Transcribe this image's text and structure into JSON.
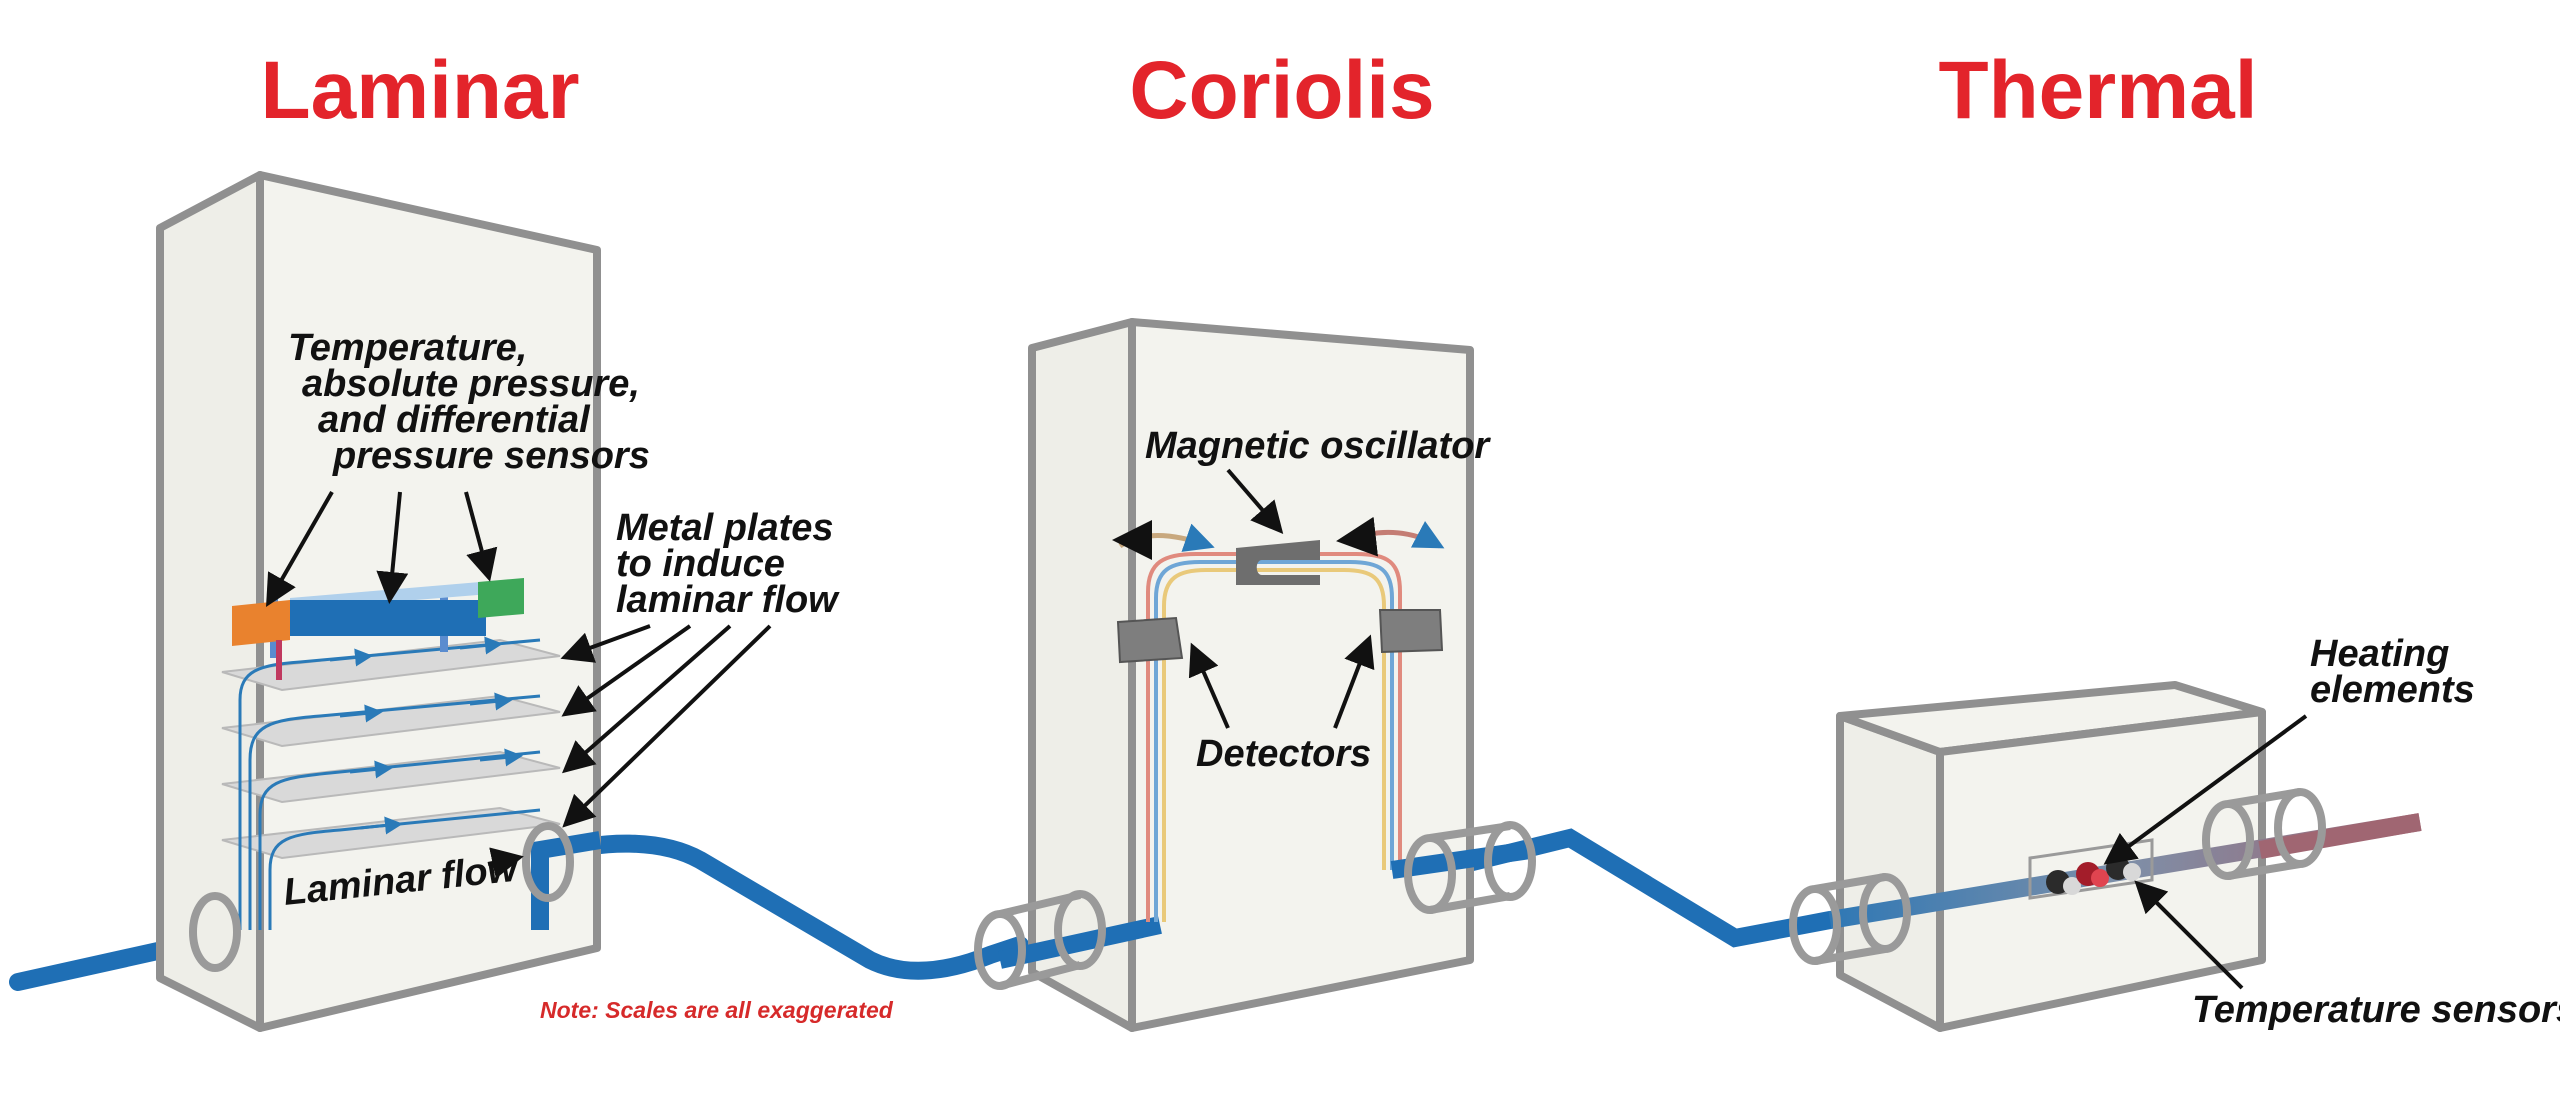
{
  "titles": {
    "laminar": "Laminar",
    "coriolis": "Coriolis",
    "thermal": "Thermal"
  },
  "laminar": {
    "sensors_label": [
      "Temperature,",
      "absolute pressure,",
      "and differential",
      "pressure sensors"
    ],
    "plates_label": [
      "Metal plates",
      "to induce",
      "laminar flow"
    ],
    "flow_label": "Laminar flow"
  },
  "coriolis": {
    "oscillator_label": "Magnetic oscillator",
    "detectors_label": "Detectors"
  },
  "thermal": {
    "heating_label": [
      "Heating",
      "elements"
    ],
    "temp_sensors_label": "Temperature sensors"
  },
  "note": "Note: Scales are all exaggerated",
  "colors": {
    "title_red": "#e3242b",
    "pipe_blue": "#1f6fb5",
    "pipe_heated": "#a06672",
    "sensor_orange": "#e9822e",
    "sensor_green": "#3ea85a",
    "box_outline": "#909090"
  }
}
